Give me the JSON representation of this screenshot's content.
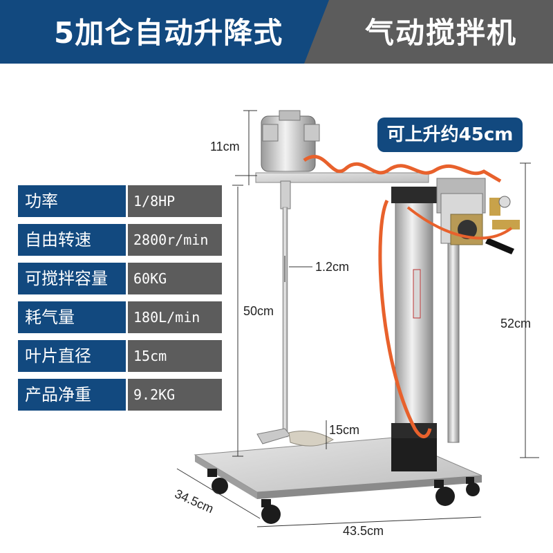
{
  "header": {
    "left_title": "5加仑自动升降式",
    "right_title": "气动搅拌机",
    "colors": {
      "left_bg": "#12497f",
      "right_bg": "#5c5c5c"
    }
  },
  "lift_badge": "可上升约45cm",
  "specs": [
    {
      "label": "功率",
      "value": "1/8HP"
    },
    {
      "label": "自由转速",
      "value": "2800r/min"
    },
    {
      "label": "可搅拌容量",
      "value": "60KG"
    },
    {
      "label": "耗气量",
      "value": "180L/min"
    },
    {
      "label": "叶片直径",
      "value": "15cm"
    },
    {
      "label": "产品净重",
      "value": "9.2KG"
    }
  ],
  "dimensions": {
    "motor_height": "11cm",
    "shaft_diameter": "1.2cm",
    "shaft_length": "50cm",
    "column_height": "52cm",
    "blade_diameter": "15cm",
    "base_depth": "34.5cm",
    "base_width": "43.5cm"
  },
  "icons": [
    "mixer-machine-illustration"
  ]
}
